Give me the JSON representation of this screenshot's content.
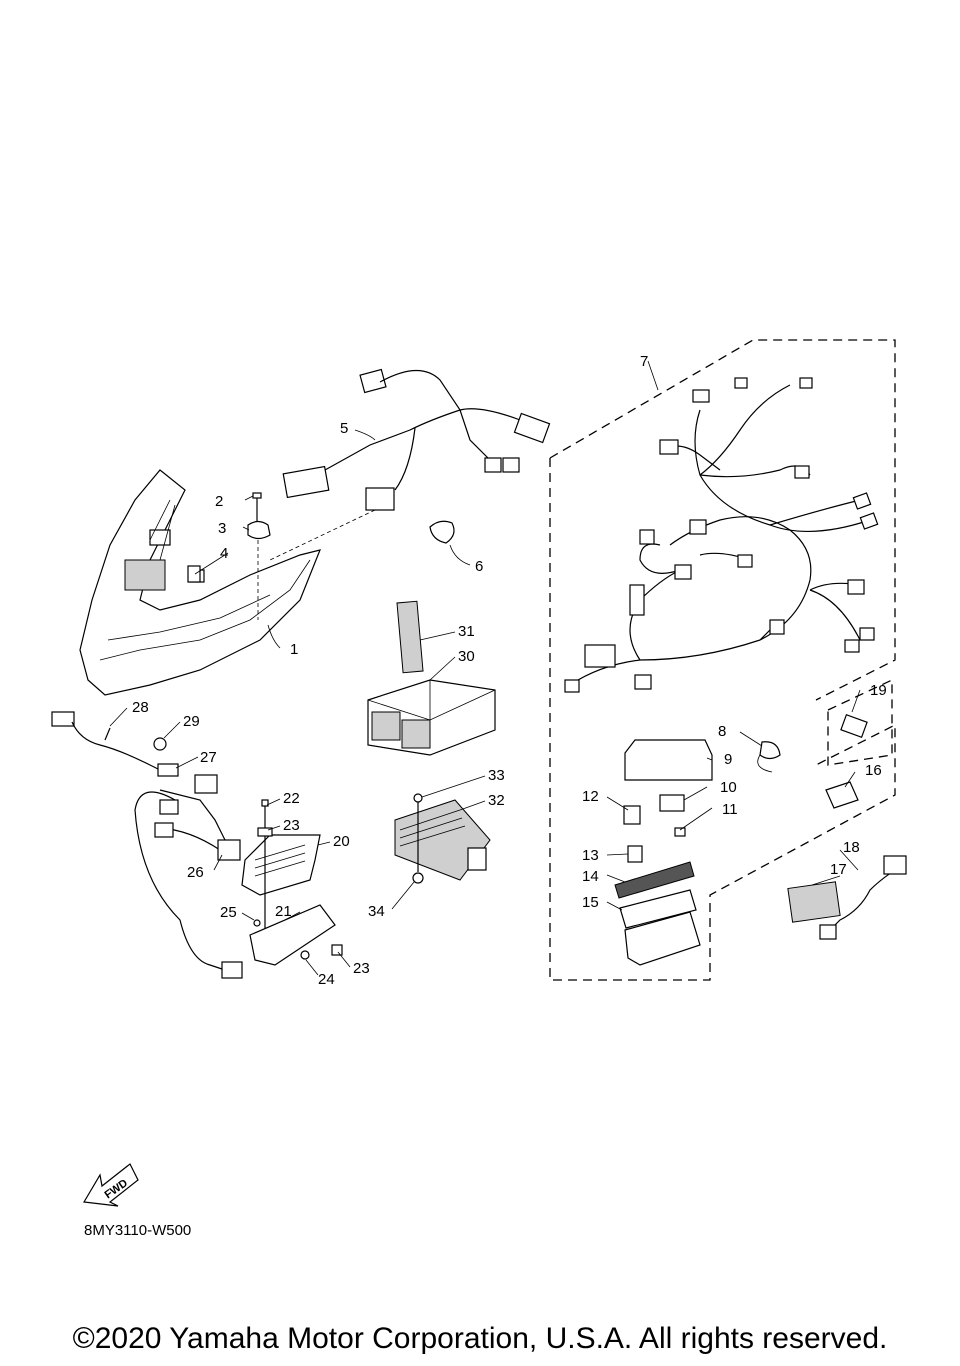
{
  "diagram_code": "8MY3110-W500",
  "copyright": "©2020 Yamaha Motor Corporation, U.S.A. All rights reserved.",
  "direction_badge": "FWD",
  "callouts": [
    "1",
    "2",
    "3",
    "4",
    "5",
    "6",
    "7",
    "8",
    "9",
    "10",
    "11",
    "12",
    "13",
    "14",
    "15",
    "16",
    "17",
    "18",
    "19",
    "20",
    "21",
    "22",
    "23",
    "23",
    "24",
    "25",
    "26",
    "27",
    "28",
    "29",
    "30",
    "31",
    "32",
    "33",
    "34"
  ]
}
